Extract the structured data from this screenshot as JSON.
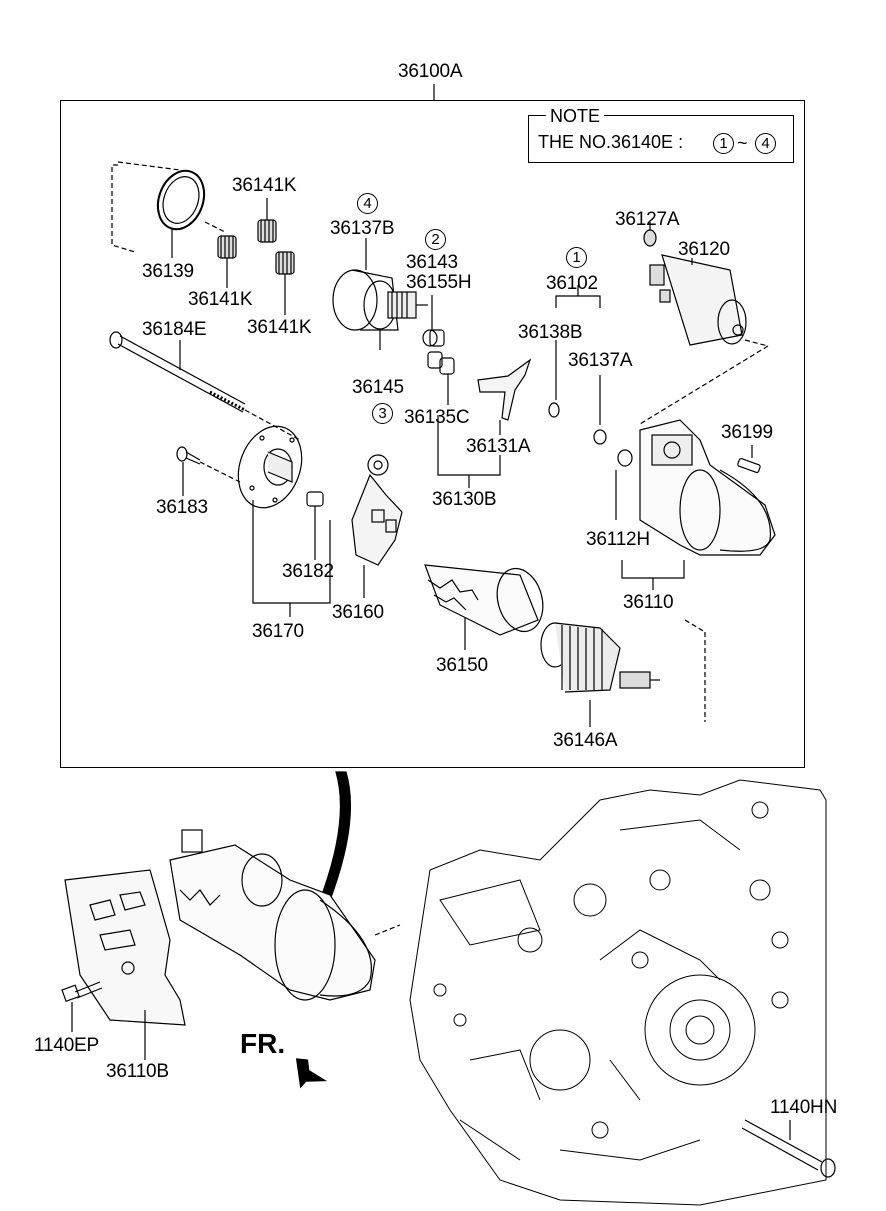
{
  "assembly_label": "36100A",
  "note": {
    "title": "NOTE",
    "text": "THE NO.36140E :",
    "range_start": "1",
    "range_sep": "~",
    "range_end": "4"
  },
  "callouts": {
    "c4": "4",
    "c2": "2",
    "c1": "1",
    "c3": "3"
  },
  "parts": {
    "p36141K_a": "36141K",
    "p36141K_b": "36141K",
    "p36141K_c": "36141K",
    "p36139": "36139",
    "p36137B": "36137B",
    "p36143": "36143",
    "p36155H": "36155H",
    "p36102": "36102",
    "p36127A": "36127A",
    "p36120": "36120",
    "p36184E": "36184E",
    "p36138B": "36138B",
    "p36137A": "36137A",
    "p36145": "36145",
    "p36135C": "36135C",
    "p36131A": "36131A",
    "p36130B": "36130B",
    "p36199": "36199",
    "p36183": "36183",
    "p36112H": "36112H",
    "p36182": "36182",
    "p36110": "36110",
    "p36160": "36160",
    "p36170": "36170",
    "p36150": "36150",
    "p36146A": "36146A",
    "p1140EP": "1140EP",
    "p36110B": "36110B",
    "p1140HN": "1140HN"
  },
  "direction_label": "FR."
}
